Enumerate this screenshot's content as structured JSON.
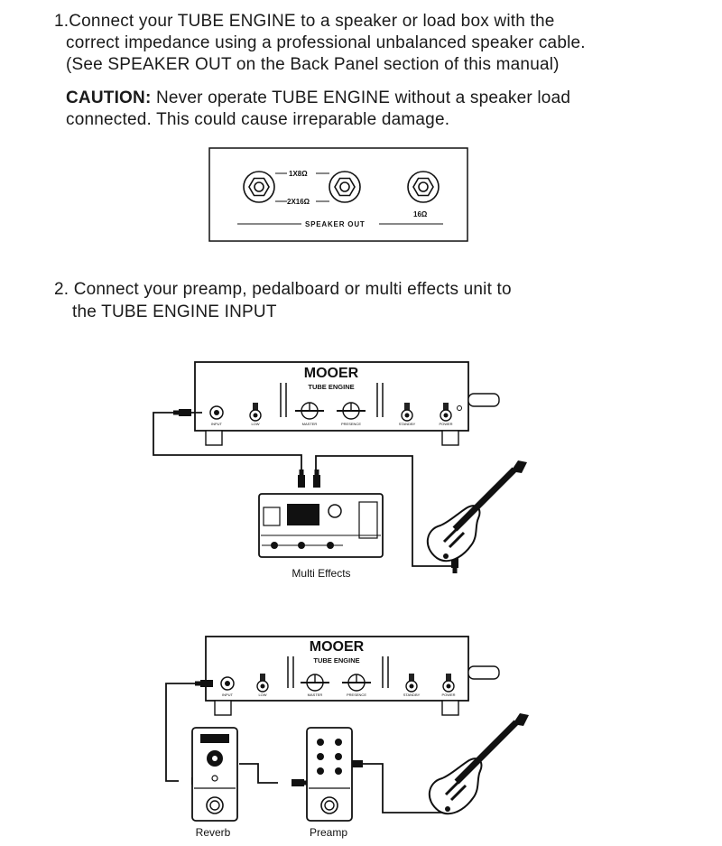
{
  "step1": {
    "line1": "1.Connect your TUBE ENGINE to a speaker or load box with the",
    "line2": "correct impedance using a professional unbalanced speaker cable.",
    "line3": "(See SPEAKER OUT on the Back Panel section of this manual)"
  },
  "caution": {
    "label": "CAUTION:",
    "line1": " Never operate TUBE ENGINE without a speaker load",
    "line2": "connected. This could cause irreparable damage."
  },
  "speaker_panel": {
    "jack1_label": "1X8Ω",
    "jack2_label": "2X16Ω",
    "jack3_label": "16Ω",
    "section_label": "SPEAKER OUT"
  },
  "step2": {
    "line1": "2. Connect your preamp, pedalboard or multi effects unit to",
    "line2": "the TUBE ENGINE INPUT"
  },
  "amp": {
    "brand": "MOOER",
    "model": "TUBE ENGINE",
    "knobs": [
      "INPUT",
      "LOW",
      "MASTER",
      "PRESENCE",
      "STANDBY",
      "POWER"
    ]
  },
  "captions": {
    "multi_effects": "Multi Effects",
    "reverb": "Reverb",
    "preamp": "Preamp"
  }
}
